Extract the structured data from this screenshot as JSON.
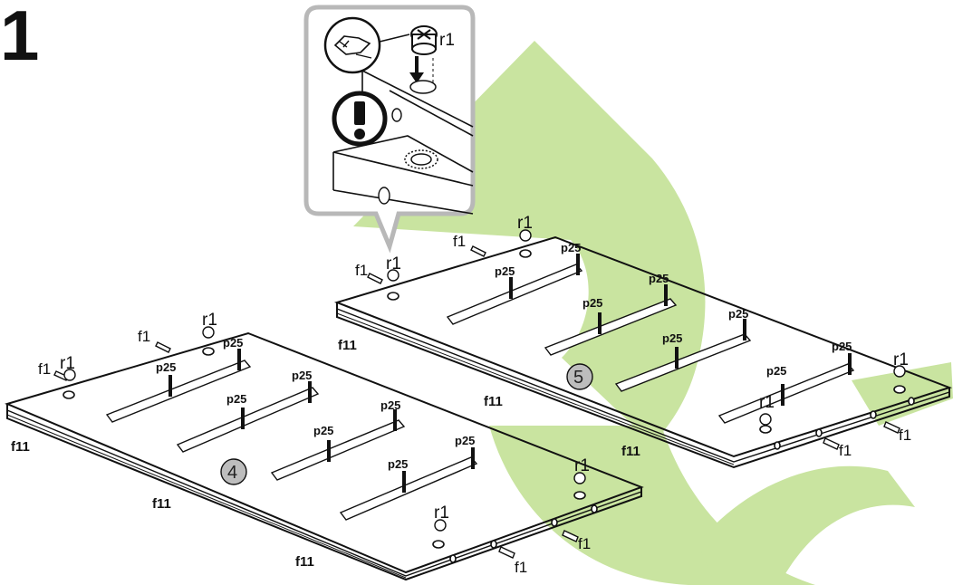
{
  "step_number": "1",
  "panels": [
    {
      "number": "4"
    },
    {
      "number": "5"
    }
  ],
  "labels": {
    "cam_lock": "r1",
    "dowel": "f1",
    "screw": "p25",
    "edge": "f11"
  },
  "colors": {
    "watermark": "#c9e4a0",
    "line": "#111111",
    "callout_border": "#b8b8b8",
    "panel_badge": "#bdbdbd"
  },
  "icons": [
    "exclamation-icon",
    "cam-lock-icon",
    "arrow-down-icon"
  ]
}
